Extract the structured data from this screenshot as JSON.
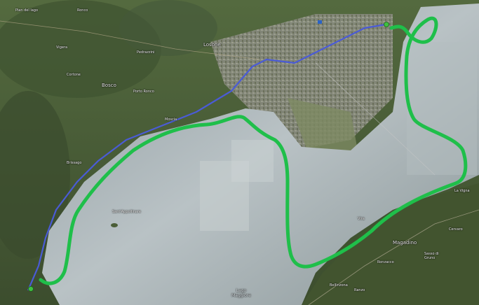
{
  "map": {
    "view": "satellite",
    "colors": {
      "route_overlay": "#1fbf4a",
      "driving_route": "#4a5bd6",
      "lake_water": "#a9b3b7",
      "land": "#4d5f3a",
      "marker": "#3fbf3f"
    },
    "icons": [
      "start-marker-icon",
      "end-marker-icon",
      "road-shield-icon"
    ],
    "place_labels": [
      {
        "key": "pian_del_lago",
        "text": "Pian\ndel lago"
      },
      {
        "key": "ronco",
        "text": "Ronco"
      },
      {
        "key": "vigera",
        "text": "Vigera"
      },
      {
        "key": "cortone",
        "text": "Cortone"
      },
      {
        "key": "bosco",
        "text": "Bosco"
      },
      {
        "key": "losone",
        "text": "Losone"
      },
      {
        "key": "pedrazzini",
        "text": "Pedrazzini"
      },
      {
        "key": "porto_ronco",
        "text": "Porto Ronco"
      },
      {
        "key": "moscia",
        "text": "Moscia"
      },
      {
        "key": "brissago",
        "text": "Brissago"
      },
      {
        "key": "san_apollinare",
        "text": "Sant'Appollinare"
      },
      {
        "key": "vira",
        "text": "Vira"
      },
      {
        "key": "magadino",
        "text": "Magadino"
      },
      {
        "key": "la_vigna",
        "text": "La Vigna"
      },
      {
        "key": "ronzacco",
        "text": "Ronzacco"
      },
      {
        "key": "sasso_di_gruno",
        "text": "Sasso di\nGruno"
      },
      {
        "key": "cervaro",
        "text": "Cervaro"
      },
      {
        "key": "ranzo",
        "text": "Ranzo"
      },
      {
        "key": "bellinzona_road",
        "text": "Bellinzona"
      },
      {
        "key": "lago_maggiore",
        "text": "Lago\nMaggiore"
      }
    ]
  }
}
